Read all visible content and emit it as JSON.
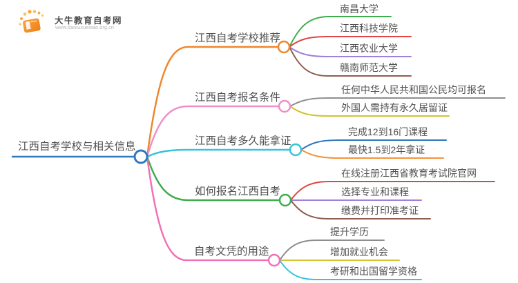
{
  "logo": {
    "title": "大牛教育自考网",
    "url": "www.daniuxuexiao.org.cn",
    "icon": "book-icon",
    "brand_color": "#f7941d"
  },
  "theme": {
    "background": "#ffffff",
    "text_color": "#525252"
  },
  "mindmap": {
    "root": {
      "label": "江西自考学校与相关信息",
      "color": "#2e79c0"
    },
    "branches": [
      {
        "label": "江西自考学校推荐",
        "color": "#f0862c",
        "children": [
          {
            "label": "南昌大学",
            "color": "#3eae4c"
          },
          {
            "label": "江西科技学院",
            "color": "#e04444"
          },
          {
            "label": "江西农业大学",
            "color": "#a080d8"
          },
          {
            "label": "赣南师范大学",
            "color": "#8f5c4e"
          }
        ]
      },
      {
        "label": "江西自考报名条件",
        "color": "#ef8fc5",
        "children": [
          {
            "label": "任何中华人民共和国公民均可报名",
            "color": "#8e8e8e"
          },
          {
            "label": "外国人需持有永久居留证",
            "color": "#d0c52e"
          }
        ]
      },
      {
        "label": "江西自考多久能拿证",
        "color": "#35c4dc",
        "children": [
          {
            "label": "完成12到16门课程",
            "color": "#2f76bc"
          },
          {
            "label": "最快1.5到2年拿证",
            "color": "#f6913a"
          }
        ]
      },
      {
        "label": "如何报名江西自考",
        "color": "#3eae4c",
        "children": [
          {
            "label": "在线注册江西省教育考试院官网",
            "color": "#e04444"
          },
          {
            "label": "选择专业和课程",
            "color": "#a080d8"
          },
          {
            "label": "缴费并打印准考证",
            "color": "#8f5c4e"
          }
        ]
      },
      {
        "label": "自考文凭的用途",
        "color": "#f170b8",
        "children": [
          {
            "label": "提升学历",
            "color": "#8e8e8e"
          },
          {
            "label": "增加就业机会",
            "color": "#d0c52e"
          },
          {
            "label": "考研和出国留学资格",
            "color": "#35c4dc"
          }
        ]
      }
    ]
  }
}
